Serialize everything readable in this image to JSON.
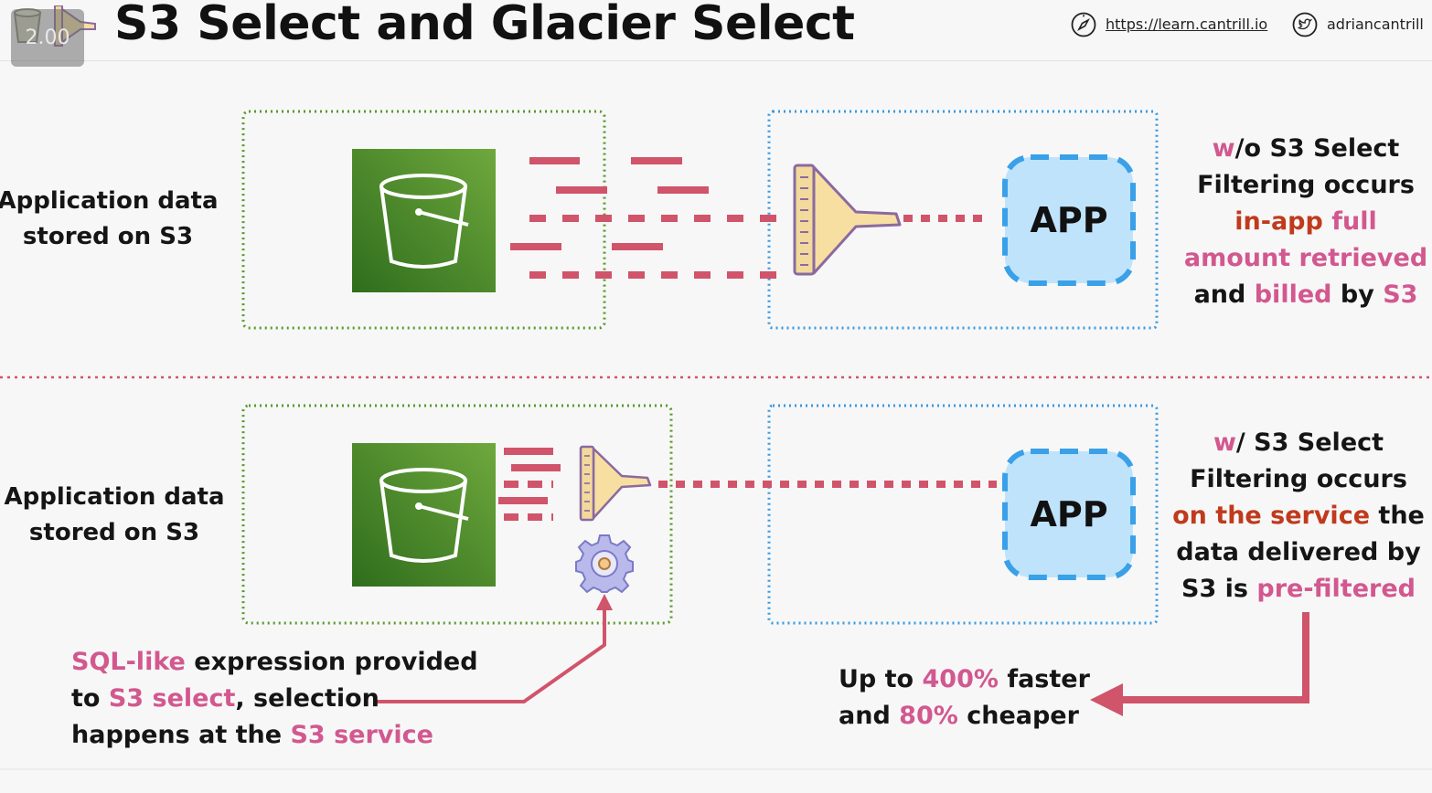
{
  "header": {
    "title": "S3 Select and Glacier Select",
    "badge": "2.00",
    "url": "https://learn.cantrill.io",
    "handle": "adriancantrill"
  },
  "colors": {
    "accent_pink": "#d2588f",
    "accent_red": "#c03a1c",
    "dash_red": "#d0546a",
    "s3_green": "#3f8624",
    "app_blue": "#bfe3fb",
    "app_border": "#3aa0e8",
    "green_box": "#5a9a2c",
    "blue_box": "#3a9ae0"
  },
  "top": {
    "source_label": [
      "Application data",
      "stored on S3"
    ],
    "app_label": "APP",
    "note": {
      "line1": [
        "w",
        "/o",
        " S3 Select"
      ],
      "line2": "Filtering occurs",
      "line3": [
        "in-app",
        " full"
      ],
      "line4": "amount retrieved",
      "line5": [
        "and ",
        "billed",
        " by ",
        "S3"
      ]
    }
  },
  "bottom": {
    "source_label": [
      "Application data",
      "stored on S3"
    ],
    "app_label": "APP",
    "note": {
      "line1": [
        "w",
        "/ S3 Select"
      ],
      "line2": "Filtering occurs",
      "line3": [
        "on the service",
        " the"
      ],
      "line4": "data delivered by",
      "line5": [
        "S3 is ",
        "pre-filtered"
      ]
    },
    "sql_note": {
      "line1": [
        "SQL-like",
        " expression provided"
      ],
      "line2": [
        "to ",
        "S3 select",
        ", selection"
      ],
      "line3": [
        "happens at the ",
        "S3 service"
      ]
    },
    "result": {
      "line1": [
        "Up to ",
        "400%",
        " faster"
      ],
      "line2": [
        "and ",
        "80%",
        " cheaper"
      ]
    }
  },
  "icons": {
    "compass": "compass-icon",
    "twitter": "twitter-bird-icon",
    "bucket": "s3-bucket-icon",
    "filter": "funnel-filter-icon",
    "gear": "gear-icon"
  }
}
